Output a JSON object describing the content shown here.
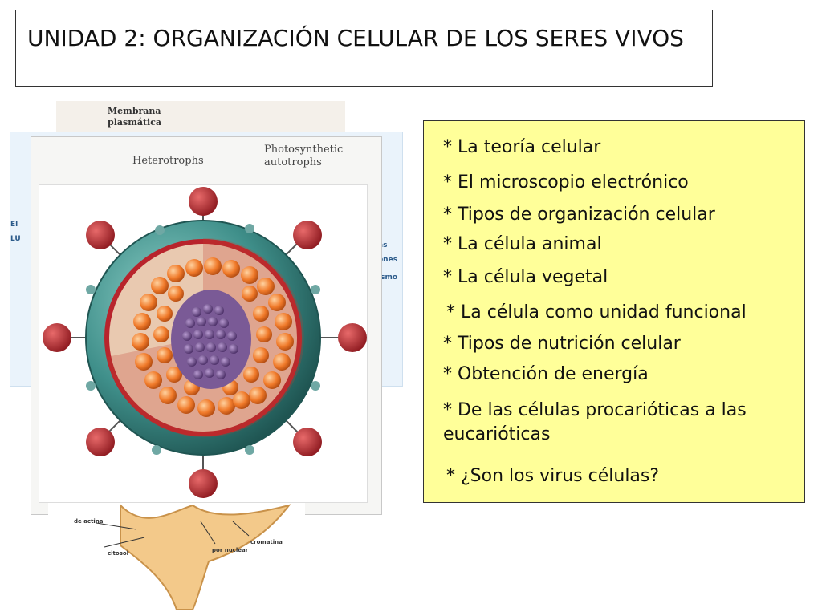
{
  "slide": {
    "title": "UNIDAD 2: ORGANIZACIÓN CELULAR DE LOS SERES VIVOS"
  },
  "collage": {
    "back_label_1": "Membrana\nplasmática",
    "back_label_2": "Heterotrophs",
    "back_label_3": "Photosynthetic\nautotrophs",
    "edge_label_1": "El",
    "edge_label_2": "LU",
    "edge_label_3": "as",
    "edge_label_4": "ones",
    "edge_label_5": "ismo",
    "bottom_label_1": "de actina",
    "bottom_label_2": "citosol",
    "bottom_label_3": "por nuclear",
    "bottom_label_4": "cromatina",
    "colors": {
      "capsid_teal": "#3f8f8a",
      "spike_red": "#b8242c",
      "core_orange": "#f07a2a",
      "nucleic_purple": "#6a4a86"
    }
  },
  "topics": {
    "items": [
      "* La teoría celular",
      "* El microscopio electrónico",
      "* Tipos de organización celular",
      "* La célula animal",
      "* La célula vegetal",
      "* La célula como unidad funcional",
      "* Tipos de nutrición celular",
      "* Obtención de energía",
      "* De las células procarióticas a las eucarióticas",
      "* ¿Son los virus células?"
    ],
    "box_color": "#ffff99"
  }
}
